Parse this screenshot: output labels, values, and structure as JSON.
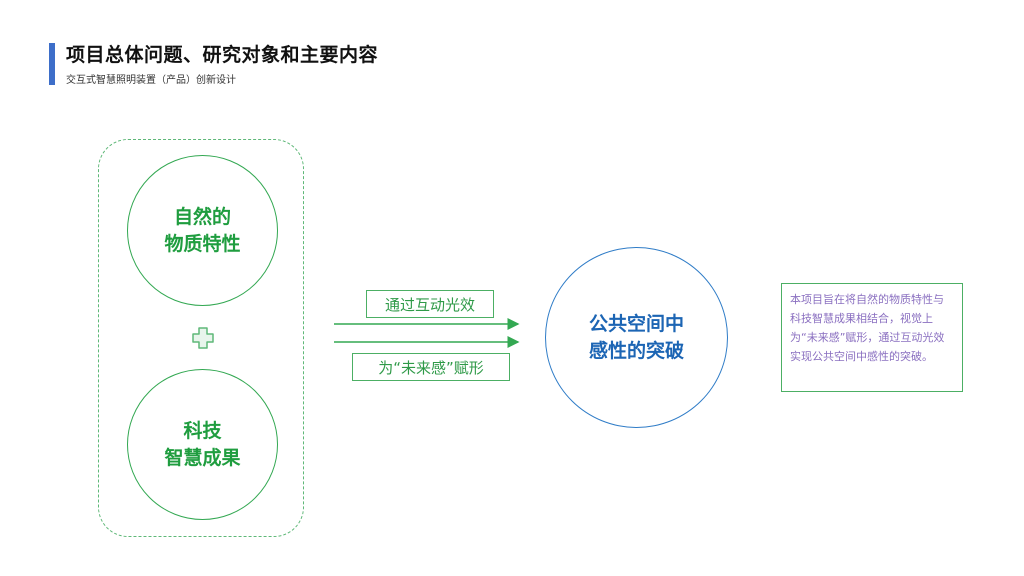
{
  "header": {
    "title": "项目总体问题、研究对象和主要内容",
    "subtitle": "交互式智慧照明装置（产品）创新设计"
  },
  "diagram": {
    "left_group": {
      "top_circle": {
        "line1": "自然的",
        "line2": "物质特性"
      },
      "bottom_circle": {
        "line1": "科技",
        "line2": "智慧成果"
      }
    },
    "arrow_labels": {
      "top": "通过互动光效",
      "bottom": "为“未来感”赋形"
    },
    "result_circle": {
      "line1": "公共空间中",
      "line2": "感性的突破"
    },
    "description": "本项目旨在将自然的物质特性与科技智慧成果相结合，视觉上为“未来感”赋形，通过互动光效实现公共空间中感性的突破。"
  },
  "colors": {
    "accent_bar": "#3d6ec9",
    "green": "#33a852",
    "blue": "#2f7cc7",
    "description_text": "#8a6fc0"
  }
}
